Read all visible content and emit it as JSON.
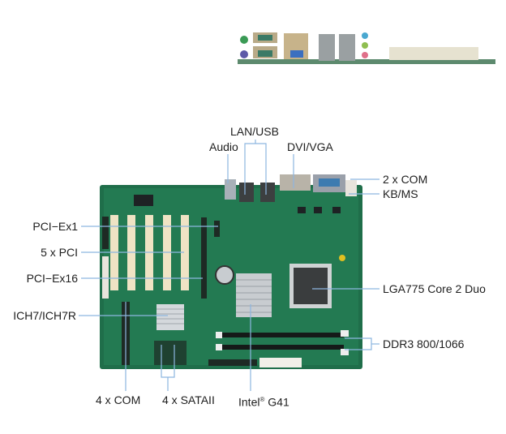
{
  "title": "Motherboard layout",
  "line_color": "#8db6e0",
  "board_color": "#1f6e4a",
  "callouts": {
    "lan_usb": "LAN/USB",
    "audio": "Audio",
    "dvi_vga": "DVI/VGA",
    "com2": "2 x COM",
    "kbms": "KB/MS",
    "pciex1": "PCI−Ex1",
    "pci5": "5 x PCI",
    "pciex16": "PCI−Ex16",
    "ich": "ICH7/ICH7R",
    "cpu": "LGA775 Core 2 Duo",
    "ddr": "DDR3 800/1066",
    "com4": "4 x COM",
    "sata": "4 x SATAII",
    "chipset": "Intel",
    "chipset_reg": "®",
    "chipset_model": "G41"
  }
}
